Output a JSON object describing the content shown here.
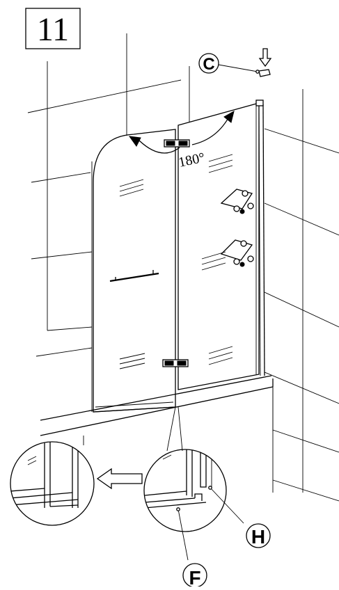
{
  "step": {
    "number": "11"
  },
  "rotation": {
    "label": "180°"
  },
  "callouts": [
    {
      "id": "c",
      "label": "C"
    },
    {
      "id": "h",
      "label": "H"
    },
    {
      "id": "f",
      "label": "F"
    }
  ],
  "icons": [
    "down-arrow-icon",
    "left-arrow-icon"
  ]
}
